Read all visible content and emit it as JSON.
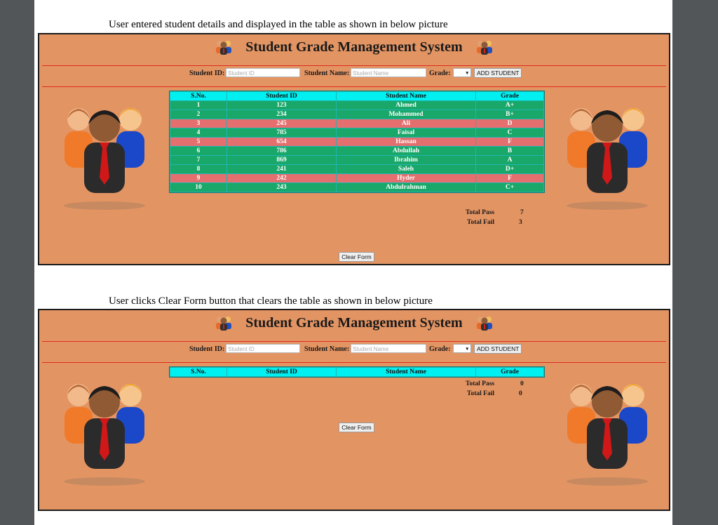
{
  "captions": {
    "first": "User entered student details and displayed in the table as shown in below picture",
    "second": "User clicks Clear Form button that clears the table as shown in below picture"
  },
  "app": {
    "title": "Student Grade Management System",
    "form": {
      "student_id_label": "Student ID:",
      "student_id_placeholder": "Student ID",
      "student_name_label": "Student Name:",
      "student_name_placeholder": "Student Name",
      "grade_label": "Grade:",
      "grade_arrow": "▾",
      "add_button": "ADD STUDENT"
    },
    "columns": [
      "S.No.",
      "Student ID",
      "Student Name",
      "Grade"
    ],
    "clear_button": "Clear Form",
    "total_pass_label": "Total Pass",
    "total_fail_label": "Total Fail"
  },
  "before": {
    "rows": [
      {
        "sno": "1",
        "id": "123",
        "name": "Ahmed",
        "grade": "A+",
        "status": "pass"
      },
      {
        "sno": "2",
        "id": "234",
        "name": "Mohammed",
        "grade": "B+",
        "status": "pass"
      },
      {
        "sno": "3",
        "id": "245",
        "name": "Ali",
        "grade": "D",
        "status": "fail"
      },
      {
        "sno": "4",
        "id": "785",
        "name": "Faisal",
        "grade": "C",
        "status": "pass"
      },
      {
        "sno": "5",
        "id": "654",
        "name": "Hassan",
        "grade": "F",
        "status": "fail"
      },
      {
        "sno": "6",
        "id": "786",
        "name": "Abdullah",
        "grade": "B",
        "status": "pass"
      },
      {
        "sno": "7",
        "id": "869",
        "name": "Ibrahim",
        "grade": "A",
        "status": "pass"
      },
      {
        "sno": "8",
        "id": "241",
        "name": "Saleh",
        "grade": "D+",
        "status": "pass"
      },
      {
        "sno": "9",
        "id": "242",
        "name": "Hyder",
        "grade": "F",
        "status": "fail"
      },
      {
        "sno": "10",
        "id": "243",
        "name": "Abdulrahman",
        "grade": "C+",
        "status": "pass"
      }
    ],
    "total_pass": "7",
    "total_fail": "3"
  },
  "after": {
    "rows": [],
    "total_pass": "0",
    "total_fail": "0"
  },
  "colors": {
    "panel_bg": "#e39463",
    "header_cell": "#00f0f2",
    "pass_row": "#19a86a",
    "fail_row": "#e46f6e",
    "divider": "#e02b20"
  }
}
